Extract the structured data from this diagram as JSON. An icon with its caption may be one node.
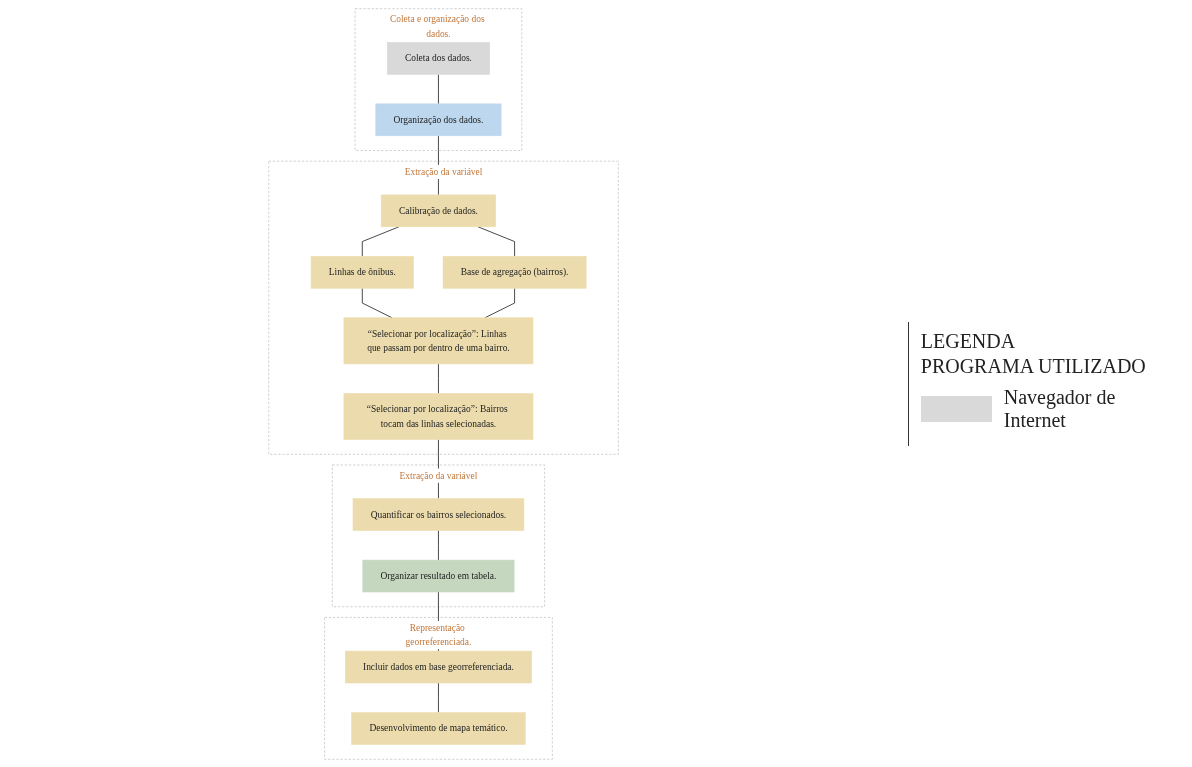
{
  "diagram": {
    "nodes": [
      {
        "text": [
          "Coleta e organização dos dados."
        ]
      },
      {
        "text": [
          "Coleta dos dados."
        ],
        "in": 0
      },
      {
        "text": [
          "Organização dos dados."
        ],
        "in": 0
      },
      {
        "text": [
          "Extração da variável"
        ]
      },
      {
        "text": [
          "Calibração de dados."
        ],
        "in": 3
      },
      {
        "text": [
          "Linhas de ônibus."
        ],
        "in": 3
      },
      {
        "text": [
          "Base de agregação (bairros)."
        ],
        "in": 3
      },
      {
        "text": [
          "“Selecionar por localização”: Linhas que passam por dentro de uma bairro."
        ],
        "in": 3
      },
      {
        "text": [
          "“Selecionar por localização”: Bairros tocam das linhas selecionadas."
        ],
        "in": 3
      },
      {
        "text": [
          "Extração da variável"
        ]
      },
      {
        "text": [
          "Quantificar os bairros selecionados."
        ],
        "in": 9
      },
      {
        "text": [
          "Organizar resultado em tabela."
        ],
        "in": 9
      },
      {
        "text": [
          "Representação georreferenciada."
        ]
      },
      {
        "text": [
          "Incluir dados em base georreferenciada."
        ],
        "in": 12
      },
      {
        "text": [
          "Desenvolvimento de mapa temático."
        ],
        "in": 12
      }
    ],
    "edges": [
      {
        "from": 1,
        "to": 2,
        "arrow": "none"
      },
      {
        "from": 2,
        "to": 4,
        "arrow": "none"
      },
      {
        "from": 4,
        "to": 5,
        "arrow": "none"
      },
      {
        "from": 4,
        "to": 6,
        "arrow": "none"
      },
      {
        "from": 5,
        "to": 7,
        "arrow": "none"
      },
      {
        "from": 6,
        "to": 7,
        "arrow": "none"
      },
      {
        "from": 7,
        "to": 8,
        "arrow": "none"
      },
      {
        "from": 8,
        "to": 10,
        "arrow": "none"
      },
      {
        "from": 10,
        "to": 11,
        "arrow": "none"
      },
      {
        "from": 11,
        "to": 13,
        "arrow": "none"
      },
      {
        "from": 13,
        "to": 14,
        "arrow": "none"
      }
    ],
    "labels": [
      "LEGENDA",
      "PROGRAMA UTILIZADO"
    ],
    "legend": [
      {
        "text": "Navegador de Internet",
        "color": "#d9d9d9"
      }
    ]
  }
}
